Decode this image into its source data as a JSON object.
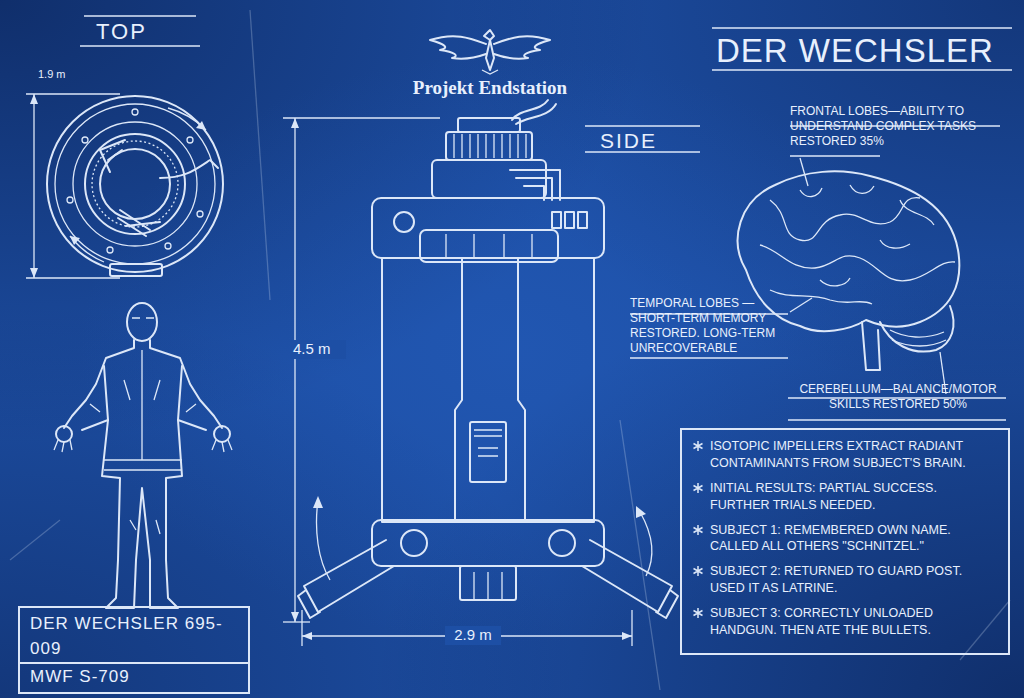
{
  "diagram": {
    "title": "DER WECHSLER",
    "nodes": [
      {
        "text": [
          "ISOTOPIC IMPELLERS EXTRACT RADIANT CONTAMINANTS FROM SUBJECT'S BRAIN.",
          "INITIAL RESULTS: PARTIAL SUCCESS. FURTHER TRIALS NEEDED.",
          "SUBJECT 1: REMEMBERED OWN NAME. CALLED ALL OTHERS \"SCHNITZEL.\"",
          "SUBJECT 2: RETURNED TO GUARD POST. USED IT AS LATRINE.",
          "SUBJECT 3: CORRECTLY UNLOADED HANDGUN. THEN ATE THE BULLETS."
        ]
      },
      {
        "text": [
          "DER WECHSLER 695-009",
          "MWF S-709"
        ]
      }
    ],
    "labels": [
      "TOP",
      "1.9 m",
      "Projekt Endstation",
      "SIDE",
      "4.5 m",
      "2.9 m",
      "FRONTAL LOBES—ABILITY TO UNDERSTAND COMPLEX TASKS RESTORED 35%",
      "TEMPORAL LOBES —SHORT-TERM MEMORY RESTORED. LONG-TERM UNRECOVERABLE",
      "CEREBELLUM—BALANCE/MOTOR SKILLS RESTORED 50%"
    ]
  }
}
